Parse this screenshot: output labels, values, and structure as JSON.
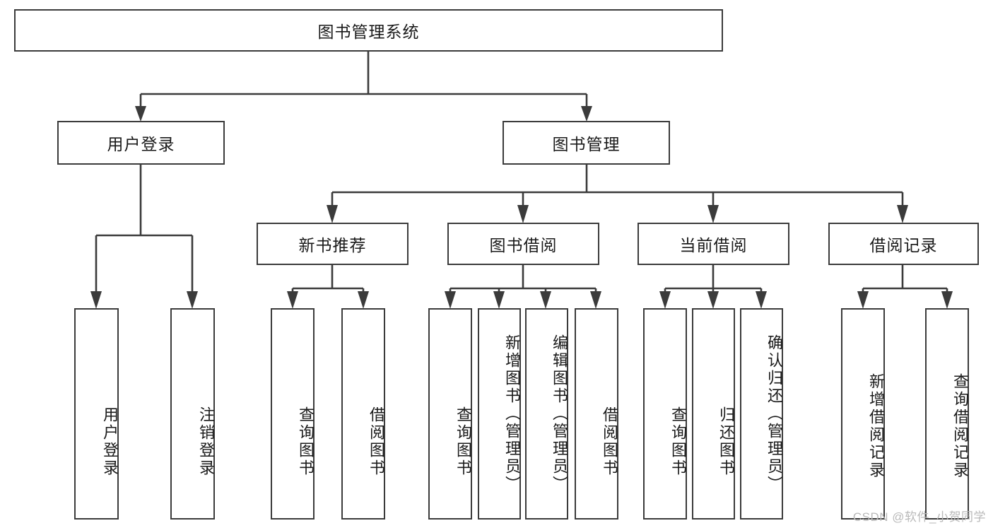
{
  "diagram": {
    "type": "tree-hierarchy",
    "title": "图书管理系统",
    "root": {
      "label": "图书管理系统"
    },
    "level1": [
      {
        "id": "user-login",
        "label": "用户登录"
      },
      {
        "id": "book-management",
        "label": "图书管理"
      }
    ],
    "level2": [
      {
        "id": "new-book-recommend",
        "label": "新书推荐",
        "parent": "book-management"
      },
      {
        "id": "book-borrow",
        "label": "图书借阅",
        "parent": "book-management"
      },
      {
        "id": "current-borrow",
        "label": "当前借阅",
        "parent": "book-management"
      },
      {
        "id": "borrow-record",
        "label": "借阅记录",
        "parent": "book-management"
      }
    ],
    "leaves": [
      {
        "id": "leaf-user-login",
        "label": "用户登录",
        "parent": "user-login"
      },
      {
        "id": "leaf-logout-login",
        "label": "注销登录",
        "parent": "user-login"
      },
      {
        "id": "leaf-query-book-1",
        "label": "查询图书",
        "parent": "new-book-recommend"
      },
      {
        "id": "leaf-borrow-book-1",
        "label": "借阅图书",
        "parent": "new-book-recommend"
      },
      {
        "id": "leaf-query-book-2",
        "label": "查询图书",
        "parent": "book-borrow"
      },
      {
        "id": "leaf-add-book",
        "label": "新增图书（管理员）",
        "parent": "book-borrow"
      },
      {
        "id": "leaf-edit-book",
        "label": "编辑图书（管理员）",
        "parent": "book-borrow"
      },
      {
        "id": "leaf-borrow-book-2",
        "label": "借阅图书",
        "parent": "book-borrow"
      },
      {
        "id": "leaf-query-book-3",
        "label": "查询图书",
        "parent": "current-borrow"
      },
      {
        "id": "leaf-return-book",
        "label": "归还图书",
        "parent": "current-borrow"
      },
      {
        "id": "leaf-confirm-return",
        "label": "确认归还（管理员）",
        "parent": "current-borrow"
      },
      {
        "id": "leaf-add-record",
        "label": "新增借阅记录",
        "parent": "borrow-record"
      },
      {
        "id": "leaf-query-record",
        "label": "查询借阅记录",
        "parent": "borrow-record"
      }
    ],
    "colors": {
      "stroke": "#3b3b3b",
      "fill": "#ffffff",
      "text": "#1a1a1a",
      "watermark": "#b9b9b9"
    }
  },
  "watermark": {
    "text": "CSDN @软件_小贺同学"
  }
}
